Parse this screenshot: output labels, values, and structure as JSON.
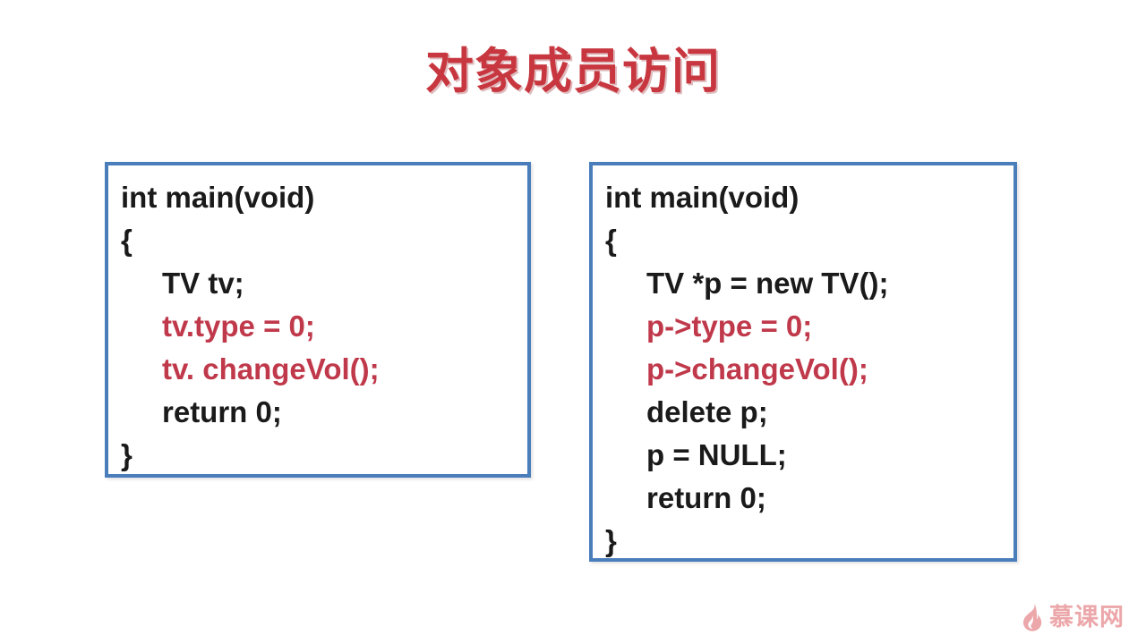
{
  "slide": {
    "title": "对象成员访问",
    "background_color": "#ffffff",
    "title_color": "#c8373f",
    "border_color": "#4a7ebb",
    "accent_color": "#c0394b",
    "text_color": "#1a1a1a"
  },
  "code_boxes": [
    {
      "name": "stack-object-example",
      "lines": [
        {
          "text": "int main(void)",
          "indent": false,
          "accent": false
        },
        {
          "text": "{",
          "indent": false,
          "accent": false
        },
        {
          "text": "TV tv;",
          "indent": true,
          "accent": false
        },
        {
          "text": "tv.type = 0;",
          "indent": true,
          "accent": true
        },
        {
          "text": "tv. changeVol();",
          "indent": true,
          "accent": true
        },
        {
          "text": "return 0;",
          "indent": true,
          "accent": false
        },
        {
          "text": "}",
          "indent": false,
          "accent": false
        }
      ]
    },
    {
      "name": "heap-pointer-example",
      "lines": [
        {
          "text": "int main(void)",
          "indent": false,
          "accent": false
        },
        {
          "text": "{",
          "indent": false,
          "accent": false
        },
        {
          "text": "TV *p = new TV();",
          "indent": true,
          "accent": false
        },
        {
          "text": "p->type = 0;",
          "indent": true,
          "accent": true
        },
        {
          "text": "p->changeVol();",
          "indent": true,
          "accent": true
        },
        {
          "text": "delete p;",
          "indent": true,
          "accent": false
        },
        {
          "text": "p = NULL;",
          "indent": true,
          "accent": false
        },
        {
          "text": "return 0;",
          "indent": true,
          "accent": false
        },
        {
          "text": "}",
          "indent": false,
          "accent": false
        }
      ]
    }
  ],
  "watermark": {
    "text": "慕课网",
    "icon": "flame-icon",
    "color": "#eba3a6"
  }
}
